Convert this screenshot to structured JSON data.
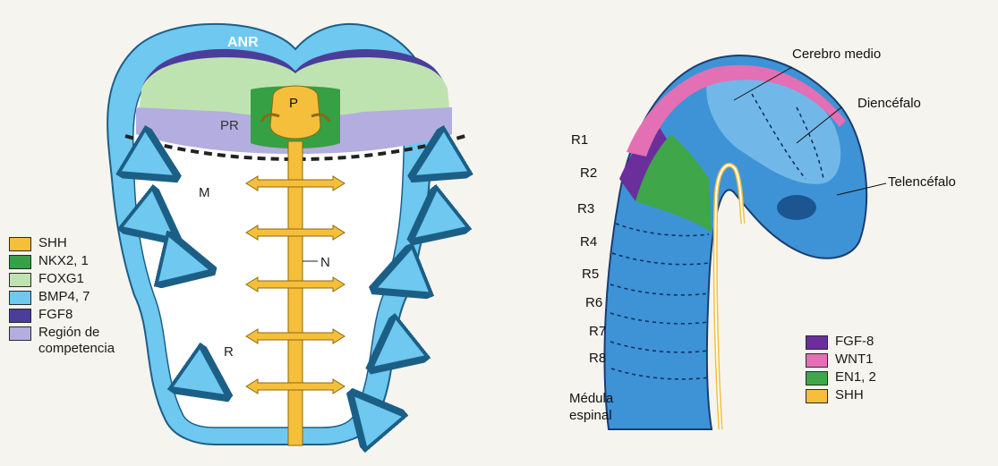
{
  "left_diagram": {
    "labels": {
      "anr": "ANR",
      "p": "P",
      "pr": "PR",
      "m": "M",
      "n": "N",
      "r": "R"
    },
    "legend": [
      {
        "label": "SHH",
        "color": "#f5bf3c"
      },
      {
        "label": "NKX2, 1",
        "color": "#36a045"
      },
      {
        "label": "FOXG1",
        "color": "#bfe3b0"
      },
      {
        "label": "BMP4, 7",
        "color": "#6ec8ef"
      },
      {
        "label": "FGF8",
        "color": "#4b3d9a"
      },
      {
        "label": "Región de competencia",
        "color": "#b4ade0"
      }
    ]
  },
  "right_diagram": {
    "labels": {
      "cerebro_medio": "Cerebro medio",
      "diencefalo": "Diencéfalo",
      "telencefalo": "Telencéfalo",
      "medula": "Médula espinal"
    },
    "rhombomeres": [
      "R1",
      "R2",
      "R3",
      "R4",
      "R5",
      "R6",
      "R7",
      "R8"
    ],
    "legend": [
      {
        "label": "FGF-8",
        "color": "#6a2f9a"
      },
      {
        "label": "WNT1",
        "color": "#e36fb4"
      },
      {
        "label": "EN1, 2",
        "color": "#3fa64a"
      },
      {
        "label": "SHH",
        "color": "#f5bf3c"
      }
    ]
  }
}
